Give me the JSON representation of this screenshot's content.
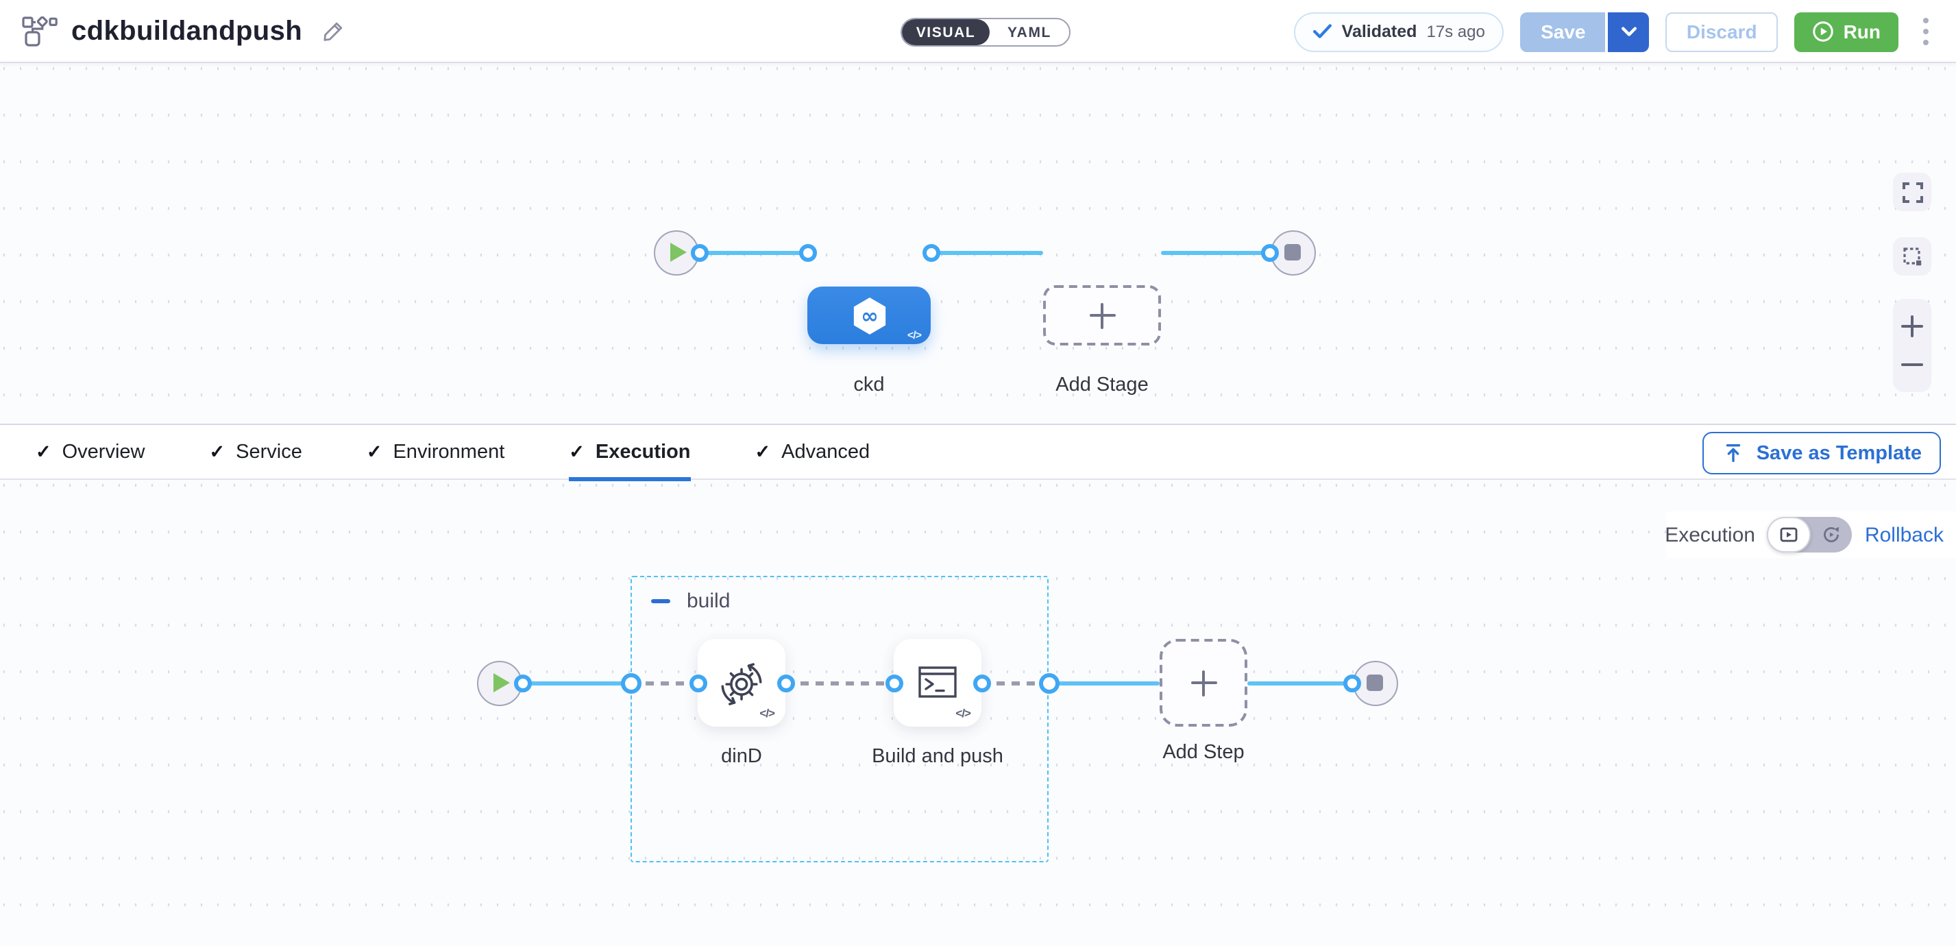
{
  "header": {
    "title": "cdkbuildandpush",
    "mode_toggle": {
      "visual_label": "VISUAL",
      "yaml_label": "YAML",
      "active": "VISUAL"
    },
    "validation_badge": {
      "label": "Validated",
      "time_ago": "17s ago"
    },
    "save_label": "Save",
    "discard_label": "Discard",
    "run_label": "Run"
  },
  "pipeline_canvas": {
    "stage_name": "ckd",
    "add_stage_label": "Add Stage"
  },
  "tabs": {
    "items": [
      {
        "label": "Overview"
      },
      {
        "label": "Service"
      },
      {
        "label": "Environment"
      },
      {
        "label": "Execution"
      },
      {
        "label": "Advanced"
      }
    ],
    "active_label": "Execution",
    "save_as_template_label": "Save as Template"
  },
  "execution_canvas": {
    "view_label": "Execution",
    "rollback_label": "Rollback",
    "group_name": "build",
    "steps": [
      {
        "name": "dinD"
      },
      {
        "name": "Build and push"
      }
    ],
    "add_step_label": "Add Step"
  },
  "icons": {
    "check": "✓",
    "code_badge": "</>",
    "infinity": "∞"
  },
  "colors": {
    "accent_blue": "#2f80e0",
    "connector_blue": "#5ec2f4",
    "group_border_blue": "#4fc1f2",
    "run_green": "#5cb553",
    "save_disabled_blue": "#a3c1e9",
    "save_caret_blue": "#3166cf",
    "tab_underline_blue": "#2a76da",
    "validated_check_blue": "#2e7be4",
    "rollback_link_blue": "#2b6fd6"
  }
}
